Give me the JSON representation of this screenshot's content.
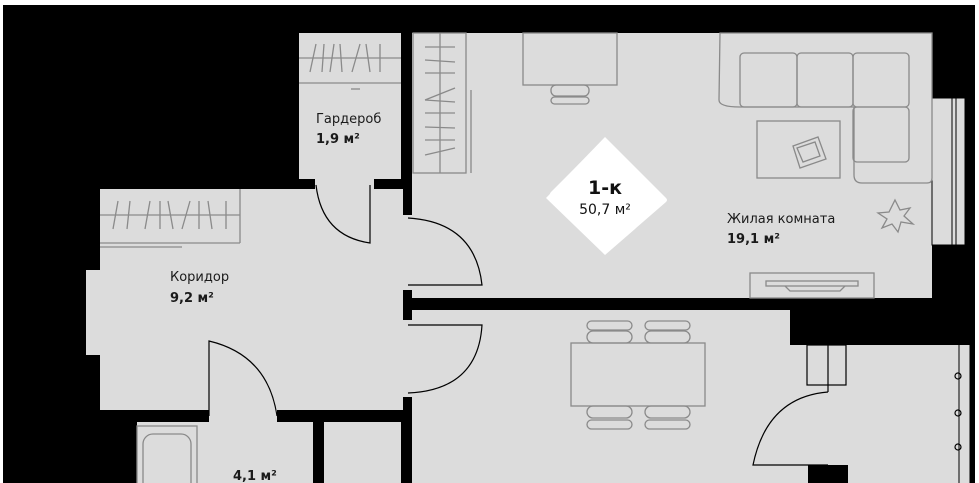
{
  "plan": {
    "badge": {
      "type": "1-к",
      "total_area": "50,7 м²"
    },
    "rooms": [
      {
        "name": "Гардероб",
        "area": "1,9 м²"
      },
      {
        "name": "Жилая комната",
        "area": "19,1 м²"
      },
      {
        "name": "Коридор",
        "area": "9,2 м²"
      },
      {
        "name": "",
        "area": "4,1 м²"
      }
    ]
  },
  "colors": {
    "room": "#dcdcdc",
    "wall": "#000000",
    "badge": "#ffffff"
  }
}
